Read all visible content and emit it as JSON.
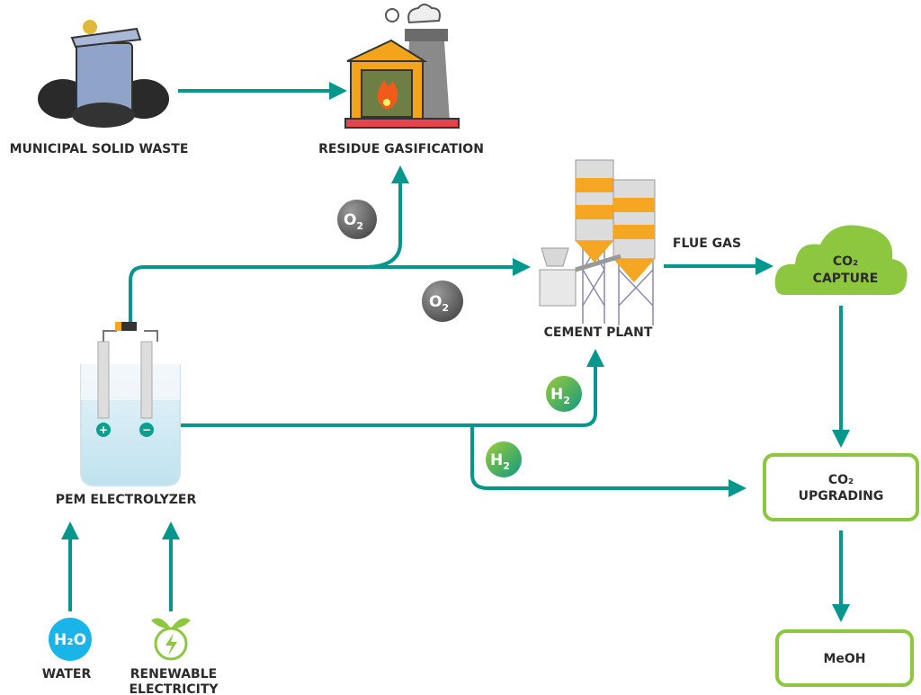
{
  "colors": {
    "flow": "#05968c",
    "green": "#8dc63f",
    "oxygen": "#6b6b6b",
    "water": "#19b5e8",
    "text": "#2b2b2b"
  },
  "nodes": {
    "msw": "MUNICIPAL SOLID WASTE",
    "gasification": "RESIDUE GASIFICATION",
    "cement": "CEMENT PLANT",
    "capture_line1": "CO₂",
    "capture_line2": "CAPTURE",
    "upgrading_line1": "CO₂",
    "upgrading_line2": "UPGRADING",
    "meoh": "MeOH",
    "electrolyzer": "PEM ELECTROLYZER",
    "water": "WATER",
    "renewable_line1": "RENEWABLE",
    "renewable_line2": "ELECTRICITY"
  },
  "edge_labels": {
    "flue_gas": "FLUE GAS"
  },
  "badges": {
    "o2_main": "O",
    "o2_sub": "2",
    "h2_main": "H",
    "h2_sub": "2",
    "h2o": "H₂O"
  },
  "icons": [
    "trash-can-icon",
    "gasifier-furnace-icon",
    "cement-silo-icon",
    "cloud-icon",
    "electrolyzer-beaker-icon",
    "water-drop-icon",
    "renewable-leaf-bolt-icon"
  ]
}
